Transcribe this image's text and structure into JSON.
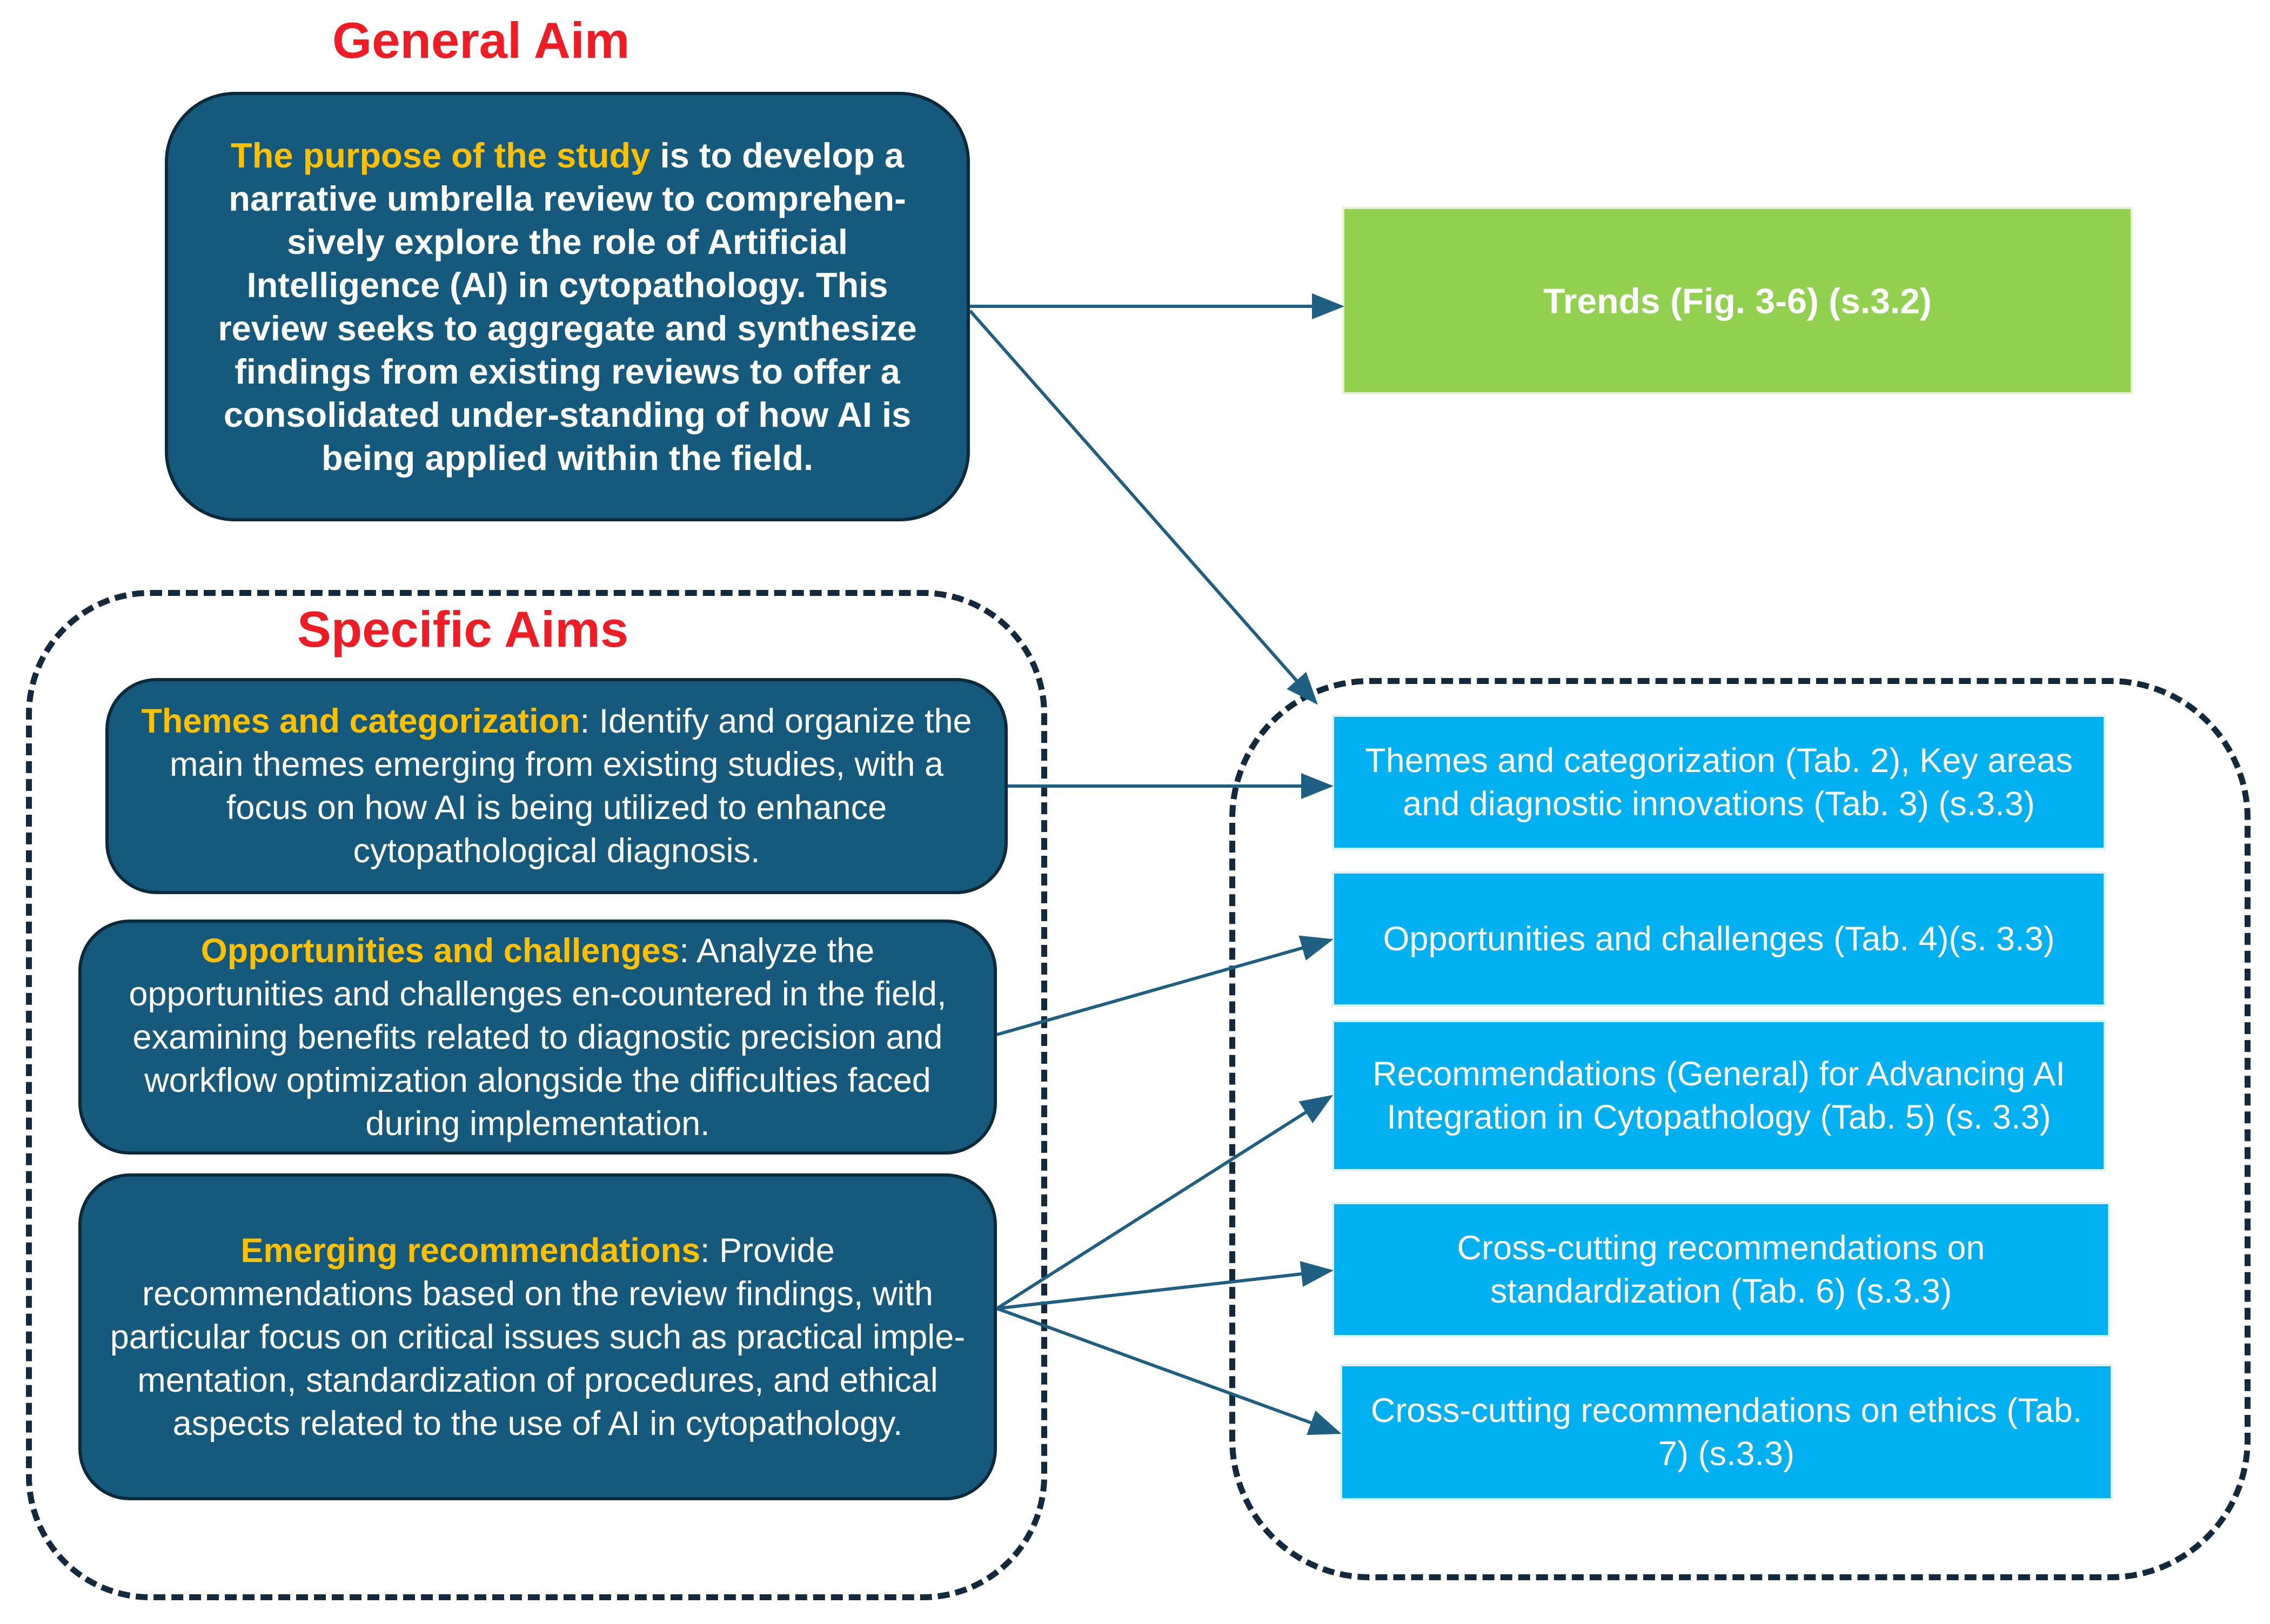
{
  "general": {
    "heading": "General Aim",
    "highlight": "The purpose of the study",
    "text": " is to develop a narrative umbrella review to comprehen-sively explore the role of Artificial Intelligence (AI) in cytopathology.  This review seeks to aggregate and synthesize findings from existing reviews to offer a consolidated under-standing of how AI is being applied within the field."
  },
  "trends": {
    "label": "Trends (Fig. 3-6) (s.3.2)"
  },
  "specific": {
    "heading": "Specific Aims",
    "aims": [
      {
        "highlight": "Themes and categorization",
        "text": ": Identify and organize the main themes emerging from existing studies, with a focus on how AI is being utilized to enhance cytopathological diagnosis."
      },
      {
        "highlight": "Opportunities and challenges",
        "text": ": Analyze the opportunities and challenges en-countered in the field, examining benefits related to diagnostic precision and workflow optimization alongside the difficulties faced during implementation."
      },
      {
        "highlight": "Emerging recommendations",
        "text": ":  Provide recommendations based on the review findings, with particular focus on critical issues such as practical imple-mentation, standardization of procedures, and ethical aspects related to the use of AI in cytopathology."
      }
    ]
  },
  "outputs": [
    {
      "label": "Themes and categorization (Tab. 2), Key areas and diagnostic innovations (Tab. 3) (s.3.3)"
    },
    {
      "label": "Opportunities and challenges (Tab. 4)(s. 3.3)"
    },
    {
      "label": "Recommendations (General) for Advancing AI Integration in Cytopathology (Tab. 5) (s. 3.3)"
    },
    {
      "label": "Cross-cutting recommendations on standardization (Tab. 6) (s.3.3)"
    },
    {
      "label": "Cross-cutting recommendations on ethics (Tab. 7) (s.3.3)"
    }
  ],
  "colors": {
    "heading": "#ee1c25",
    "navy_box": "#155a7c",
    "highlight": "#ffc000",
    "output_box": "#00b0f0",
    "trends_box": "#92d050",
    "arrow": "#1f5f82"
  }
}
